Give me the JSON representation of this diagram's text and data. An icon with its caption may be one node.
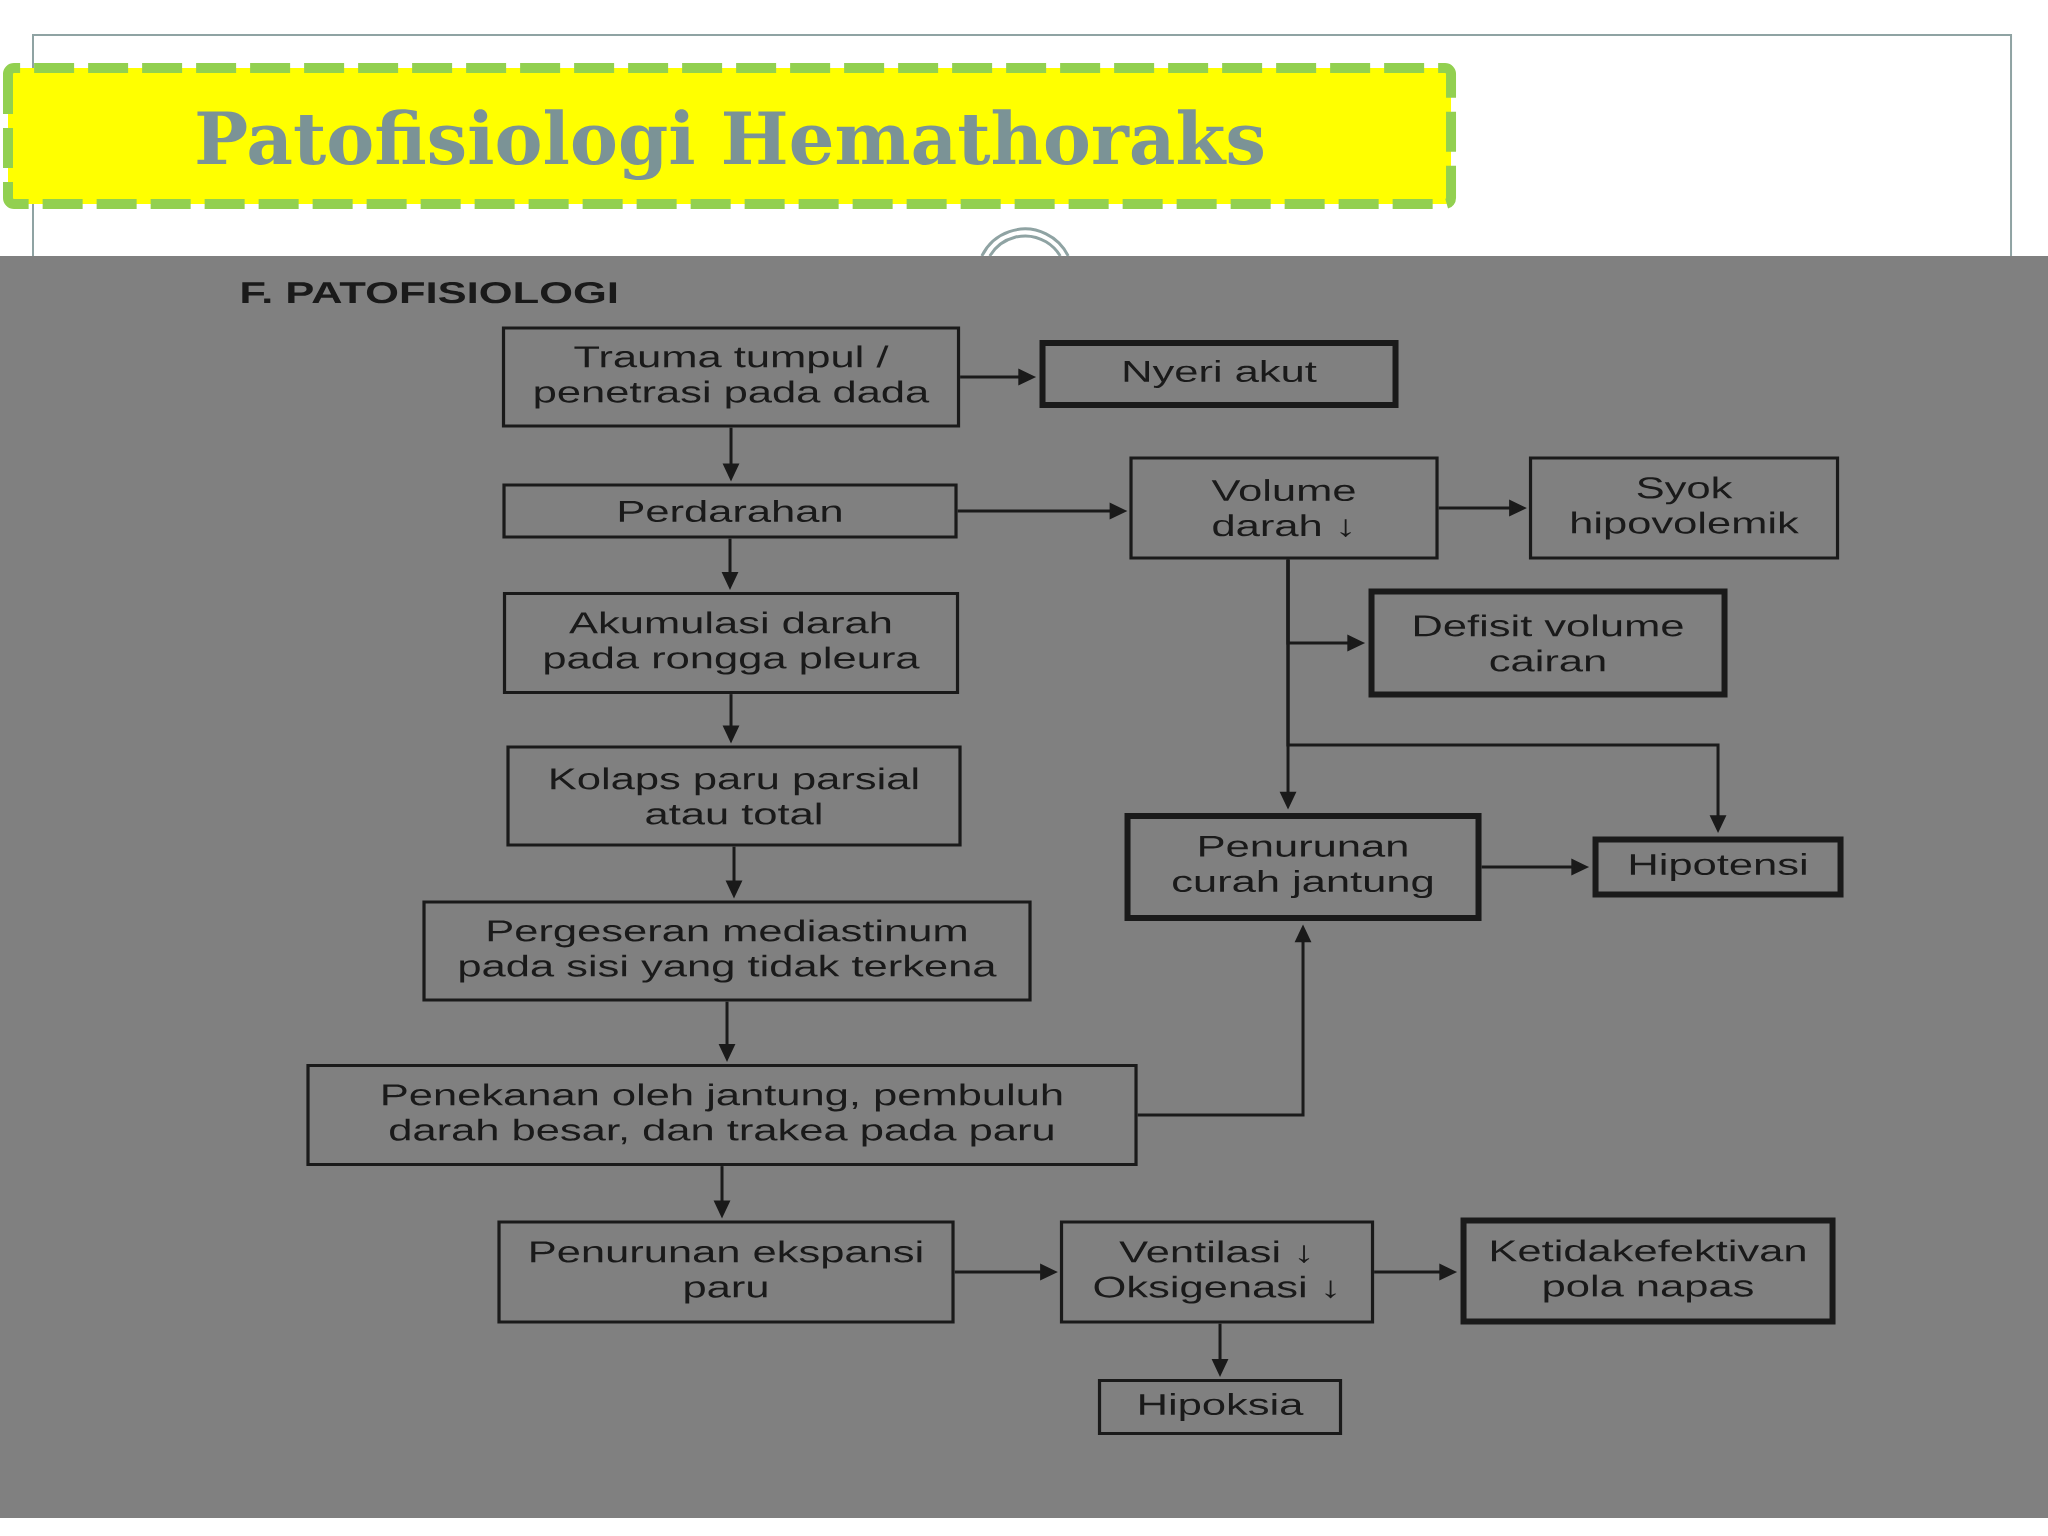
{
  "diagram": {
    "title": "Patofisiologi Hemathoraks",
    "nodes": [
      {
        "text": [
          "Trauma tumpul / penetrasi pada dada"
        ]
      },
      {
        "text": [
          "Nyeri akut"
        ]
      },
      {
        "text": [
          "Perdarahan"
        ]
      },
      {
        "text": [
          "Volume darah ↓"
        ]
      },
      {
        "text": [
          "Syok hipovolemik"
        ]
      },
      {
        "text": [
          "Akumulasi darah pada rongga pleura"
        ]
      },
      {
        "text": [
          "Defisit volume cairan"
        ]
      },
      {
        "text": [
          "Kolaps paru parsial atau total"
        ]
      },
      {
        "text": [
          "Penurunan curah jantung"
        ]
      },
      {
        "text": [
          "Hipotensi"
        ]
      },
      {
        "text": [
          "Pergeseran mediastinum pada sisi yang tidak terkena"
        ]
      },
      {
        "text": [
          "Penekanan oleh jantung, pembuluh darah besar, dan trakea pada paru"
        ]
      },
      {
        "text": [
          "Penurunan ekspansi paru"
        ]
      },
      {
        "text": [
          "Ventilasi ↓ Oksigenasi ↓"
        ]
      },
      {
        "text": [
          "Ketidakefektivan pola napas"
        ]
      },
      {
        "text": [
          "Hipoksia"
        ]
      }
    ],
    "edges": [
      {
        "from": 0,
        "to": 1,
        "arrow": "to"
      },
      {
        "from": 0,
        "to": 2,
        "arrow": "to"
      },
      {
        "from": 2,
        "to": 3,
        "arrow": "to"
      },
      {
        "from": 2,
        "to": 5,
        "arrow": "to"
      },
      {
        "from": 3,
        "to": 4,
        "arrow": "to"
      },
      {
        "from": 3,
        "to": 6,
        "arrow": "to"
      },
      {
        "from": 3,
        "to": 8,
        "arrow": "to"
      },
      {
        "from": 3,
        "to": 9,
        "arrow": "to"
      },
      {
        "from": 5,
        "to": 7,
        "arrow": "to"
      },
      {
        "from": 7,
        "to": 10,
        "arrow": "to"
      },
      {
        "from": 8,
        "to": 9,
        "arrow": "to"
      },
      {
        "from": 10,
        "to": 11,
        "arrow": "to"
      },
      {
        "from": 11,
        "to": 8,
        "arrow": "to"
      },
      {
        "from": 11,
        "to": 12,
        "arrow": "to"
      },
      {
        "from": 12,
        "to": 13,
        "arrow": "to"
      },
      {
        "from": 13,
        "to": 14,
        "arrow": "to"
      },
      {
        "from": 13,
        "to": 15,
        "arrow": "to"
      }
    ],
    "labels": [
      "F. PATOFISIOLOGI"
    ]
  }
}
